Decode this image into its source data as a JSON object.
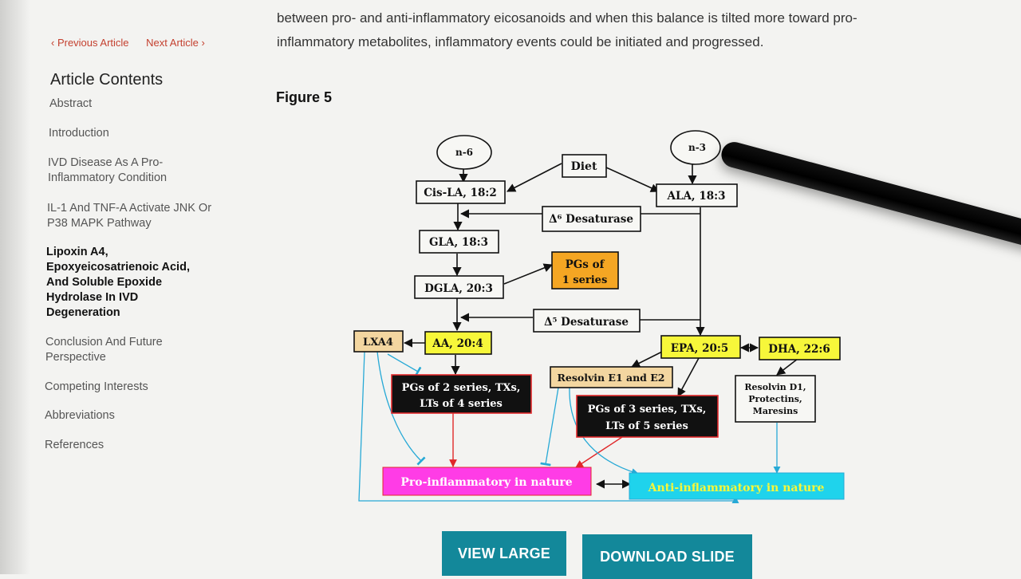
{
  "article_text": {
    "line1": "between pro- and anti-inflammatory eicosanoids and when this balance is tilted more toward pro-",
    "line2": "inflammatory metabolites, inflammatory events could be initiated and progressed."
  },
  "nav": {
    "previous": "‹  Previous Article",
    "next": "Next Article  ›"
  },
  "sidebar": {
    "title": "Article Contents",
    "items": [
      {
        "label": "Abstract"
      },
      {
        "label": "Introduction"
      },
      {
        "label": "IVD Disease As A Pro-Inflammatory Condition"
      },
      {
        "label": "IL-1 And TNF-A Activate JNK Or P38 MAPK Pathway"
      },
      {
        "label": "Lipoxin A4, Epoxyeicosatrienoic Acid, And Soluble Epoxide Hydrolase In IVD Degeneration"
      },
      {
        "label": "Conclusion And Future Perspective"
      },
      {
        "label": "Competing Interests"
      },
      {
        "label": "Abbreviations"
      },
      {
        "label": "References"
      }
    ]
  },
  "figure": {
    "label": "Figure 5",
    "nodes": {
      "n6": "n-6",
      "n3": "n-3",
      "diet": "Diet",
      "cisla": "Cis-LA, 18:2",
      "ala": "ALA, 18:3",
      "d6": "Δ⁶ Desaturase",
      "gla": "GLA, 18:3",
      "pgs1_l1": "PGs of",
      "pgs1_l2": "1 series",
      "dgla": "DGLA, 20:3",
      "d5": "Δ⁵ Desaturase",
      "lxa4": "LXA4",
      "aa": "AA, 20:4",
      "epa": "EPA, 20:5",
      "dha": "DHA, 22:6",
      "resolvine": "Resolvin E1 and E2",
      "resolvind_l1": "Resolvin D1,",
      "resolvind_l2": "Protectins,",
      "resolvind_l3": "Maresins",
      "pgs2_l1": "PGs of 2 series, TXs,",
      "pgs2_l2": "LTs of 4 series",
      "pgs3_l1": "PGs of 3 series, TXs,",
      "pgs3_l2": "LTs of 5 series",
      "pro": "Pro-inflammatory in nature",
      "anti": "Anti-inflammatory in nature"
    },
    "colors": {
      "yellow": "#f7f73a",
      "orange": "#f5a623",
      "tan": "#f3d6a0",
      "black": "#111111",
      "magenta": "#ff3ce6",
      "cyan": "#1fd3ec",
      "teal_line": "#27a9d6",
      "red_line": "#e0282a"
    }
  },
  "buttons": {
    "view_large": "VIEW LARGE",
    "download_slide": "DOWNLOAD SLIDE"
  }
}
